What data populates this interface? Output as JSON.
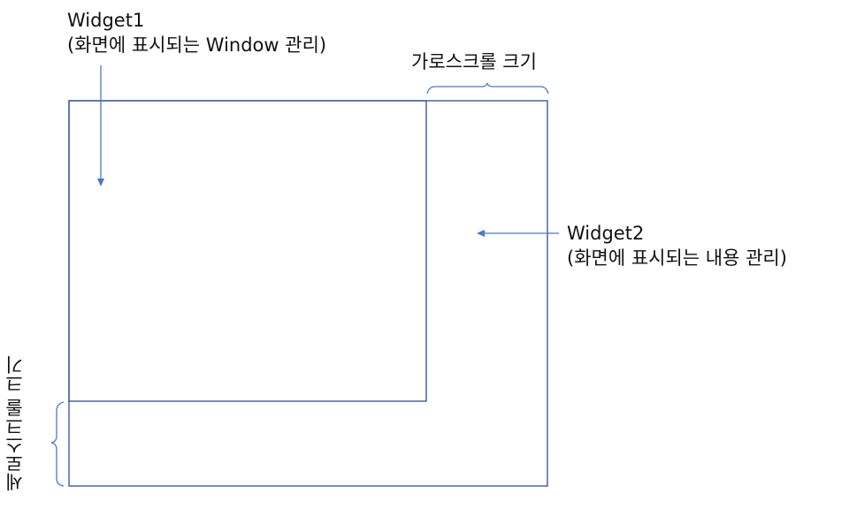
{
  "widget1": {
    "title": "Widget1",
    "description": "(화면에 표시되는 Window 관리)"
  },
  "widget2": {
    "title": "Widget2",
    "description": "(화면에 표시되는 내용 관리)"
  },
  "horizontal_scroll": {
    "label": "가로스크롤 크기"
  },
  "vertical_scroll": {
    "label": "세로스크롤 크기"
  },
  "colors": {
    "outline": "#2f4f8f",
    "arrow": "#4a78c2",
    "text": "#111111"
  }
}
